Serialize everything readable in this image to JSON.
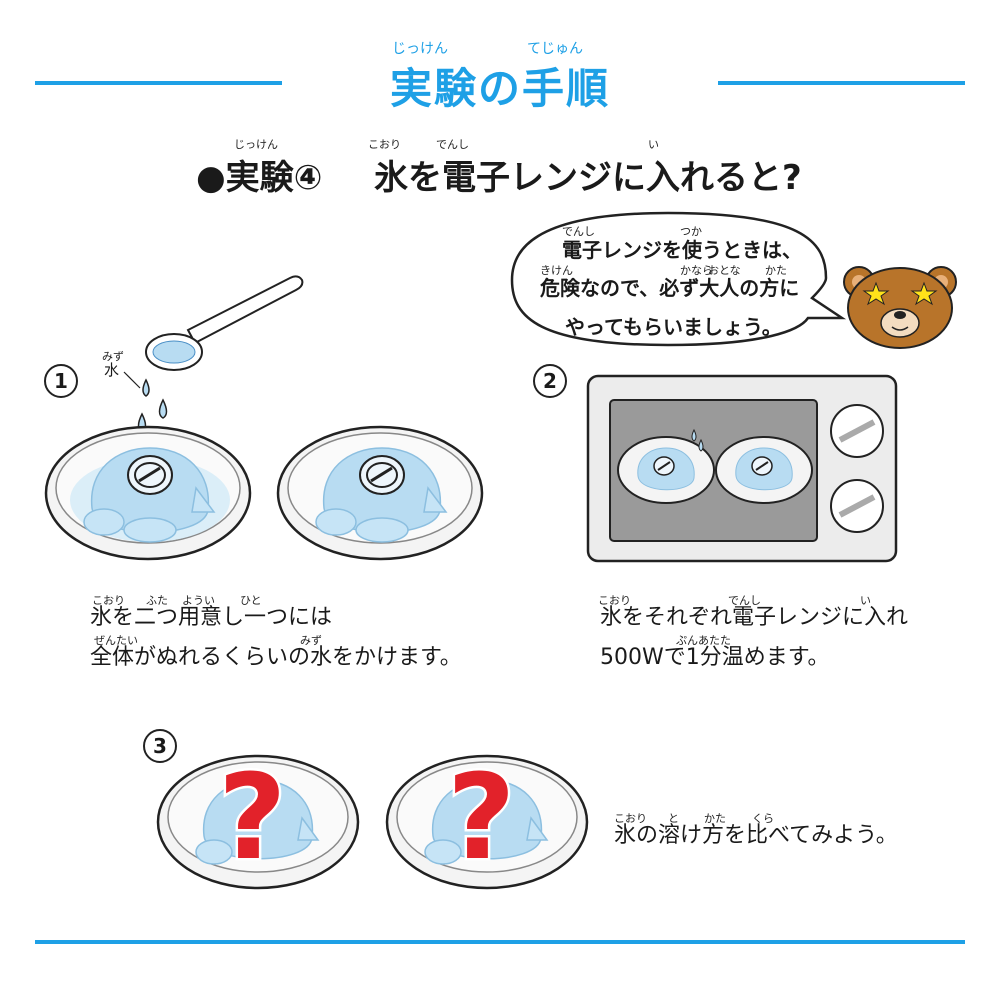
{
  "header": {
    "title": "実験の手順",
    "title_ruby": [
      "じっけん",
      "てじゅん"
    ]
  },
  "experiment": {
    "label": "●実験④",
    "label_ruby": "じっけん",
    "question": "氷を電子レンジに入れると?",
    "question_ruby": [
      "こおり",
      "でんし",
      "い"
    ]
  },
  "bubble": {
    "lines": [
      "電子レンジを使うときは、",
      "危険なので、必ず大人の方に",
      "やってもらいましょう。"
    ],
    "ruby": [
      "でんし",
      "つか",
      "きけん",
      "かなら",
      "おとな",
      "かた"
    ]
  },
  "steps": [
    {
      "number": "1",
      "water_label": "水",
      "water_ruby": "みず",
      "lines": [
        "氷を二つ用意し一つには",
        "全体がぬれるくらいの水をかけます。"
      ],
      "ruby": [
        "こおり",
        "ふた",
        "ようい",
        "ひと",
        "ぜんたい",
        "みず"
      ]
    },
    {
      "number": "2",
      "lines": [
        "氷をそれぞれ電子レンジに入れ",
        "500Wで1分温めます。"
      ],
      "ruby": [
        "こおり",
        "でんし",
        "い",
        "ぷんあたた"
      ]
    },
    {
      "number": "3",
      "question_mark": "?",
      "lines": [
        "氷の溶け方を比べてみよう。"
      ],
      "ruby": [
        "こおり",
        "と",
        "かた",
        "くら"
      ]
    }
  ],
  "colors": {
    "accent": "#1ea0e6",
    "question_mark": "#e2222a",
    "ice": "#b8dcf2",
    "bear": "#b8742a"
  }
}
